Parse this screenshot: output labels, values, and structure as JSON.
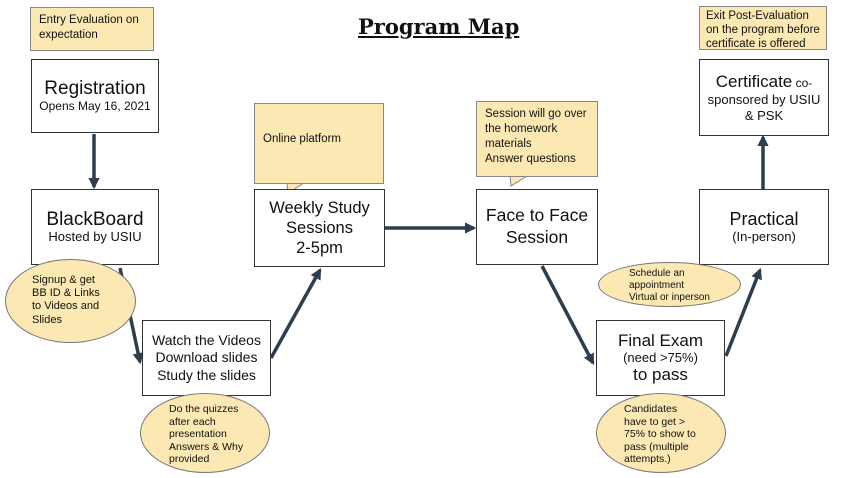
{
  "title": "Program Map",
  "notes": {
    "entry": "Entry Evaluation on expectation",
    "online": "Online platform",
    "session": "Session will go over the homework materials\nAnswer questions",
    "exit": "Exit Post-Evaluation on the program before certificate is offered"
  },
  "boxes": {
    "registration": {
      "title": "Registration",
      "sub": "Opens May 16, 2021"
    },
    "blackboard": {
      "title": "BlackBoard",
      "sub": "Hosted by USIU"
    },
    "watch": {
      "line1": "Watch the Videos",
      "line2": "Download slides",
      "line3": "Study the slides"
    },
    "weekly": {
      "text": "Weekly Study\nSessions\n2-5pm"
    },
    "face": {
      "text": "Face to Face\nSession"
    },
    "final": {
      "line1": "Final Exam",
      "line2": "(need >75%)",
      "line3": "to pass"
    },
    "practical": {
      "title": "Practical",
      "sub": "(In-person)"
    },
    "certificate": {
      "main": "Certificate",
      "small": " co-",
      "rest": "sponsored by USIU\n& PSK"
    }
  },
  "bubbles": {
    "signup": "Signup & get\nBB ID & Links\nto Videos and\nSlides",
    "quizzes": "Do the quizzes\nafter each\npresentation\nAnswers & Why\nprovided",
    "schedule": "Schedule an\nappointment\nVirtual or inperson",
    "candidates": "Candidates\nhave to get >\n75% to show to\npass (multiple\nattempts.)"
  },
  "colors": {
    "note": "#fbe8b3",
    "arrow": "#2d3e4f",
    "border": "#333333"
  }
}
